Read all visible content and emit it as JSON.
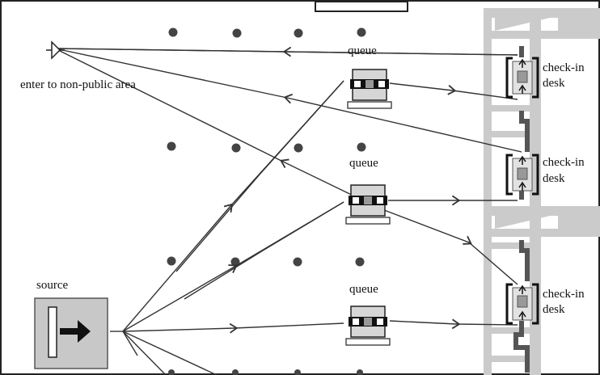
{
  "labels": {
    "enter": "enter to non-public area",
    "source": "source",
    "queue_1": "queue",
    "queue_2": "queue",
    "queue_3": "queue",
    "desk_1_line1": "check-in",
    "desk_1_line2": "desk",
    "desk_2_line1": "check-in",
    "desk_2_line2": "desk",
    "desk_3_line1": "check-in",
    "desk_3_line2": "desk"
  },
  "icons": {
    "source": "arrow-right-icon",
    "queue": "queue-icon",
    "desk": "check-in-desk-icon",
    "exit": "exit-node-icon"
  },
  "colors": {
    "line": "#333333",
    "node": "#444444",
    "structure": "#c8c8c8",
    "source_fill": "#c8c8c8"
  }
}
